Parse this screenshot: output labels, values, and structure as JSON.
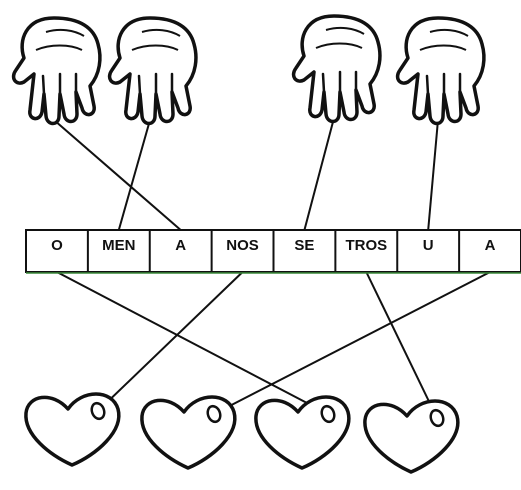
{
  "syllables": [
    "O",
    "MEN",
    "A",
    "NOS",
    "SE",
    "TROS",
    "U",
    "A"
  ],
  "hands": [
    {
      "id": "hand-1",
      "connects_to_syllable": 2
    },
    {
      "id": "hand-2",
      "connects_to_syllable": 1
    },
    {
      "id": "hand-3",
      "connects_to_syllable": 4
    },
    {
      "id": "hand-4",
      "connects_to_syllable": 6
    }
  ],
  "hearts": [
    {
      "id": "heart-1",
      "connects_to_syllable": 3
    },
    {
      "id": "heart-2",
      "connects_to_syllable": 7
    },
    {
      "id": "heart-3",
      "connects_to_syllable": 0
    },
    {
      "id": "heart-4",
      "connects_to_syllable": 5
    }
  ],
  "colors": {
    "ink": "#111111",
    "box_outline_accent": "#3a8a3a",
    "background": "#ffffff"
  }
}
